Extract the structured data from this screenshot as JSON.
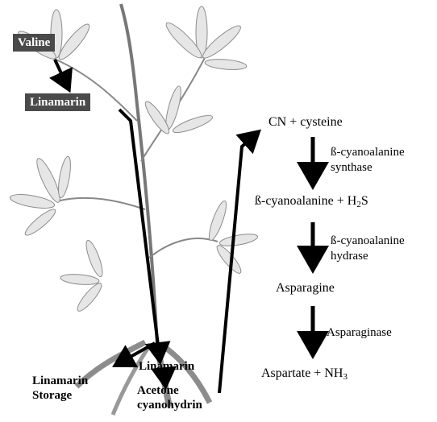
{
  "plant_labels": {
    "valine": "Valine",
    "linamarin_leaf": "Linamarin",
    "linamarin_root": "Linamarin",
    "storage_line1": "Linamarin",
    "storage_line2": "Storage",
    "acetone_line1": "Acetone",
    "acetone_line2": "cyanohydrin"
  },
  "pathway": {
    "step1": "CN + cysteine",
    "enzyme1_line1": "ß-cyanoalanine",
    "enzyme1_line2": "synthase",
    "step2_main": "ß-cyanoalanine + H",
    "step2_sub": "2",
    "step2_tail": "S",
    "enzyme2_line1": "ß-cyanoalanine",
    "enzyme2_line2": "hydrase",
    "step3": "Asparagine",
    "enzyme3": "Asparaginase",
    "step4_main": "Aspartate + NH",
    "step4_sub": "3"
  },
  "colors": {
    "label_box": "#4a4a4a",
    "arrow": "#000000",
    "plant": "#9a9a9a"
  }
}
